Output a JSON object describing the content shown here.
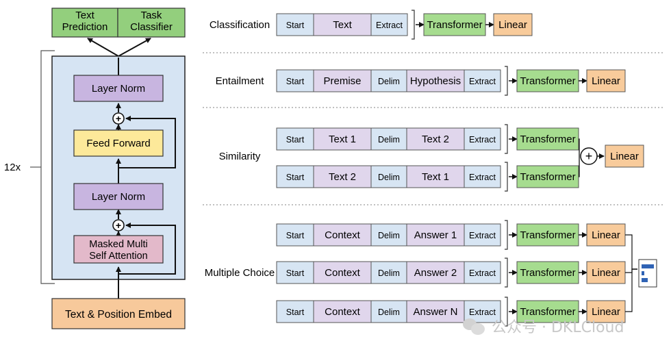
{
  "architecture": {
    "output_heads": [
      "Text\nPrediction",
      "Task\nClassifier"
    ],
    "repeat_label": "12x",
    "layers": [
      "Layer Norm",
      "Feed Forward",
      "Layer Norm",
      "Masked Multi\nSelf Attention"
    ],
    "embed_label": "Text & Position Embed",
    "add_symbol": "+"
  },
  "tasks": [
    {
      "name": "Classification",
      "rows": [
        {
          "tokens": [
            "Start",
            "Text",
            "Extract"
          ],
          "heads": [
            "Transformer",
            "Linear"
          ]
        }
      ]
    },
    {
      "name": "Entailment",
      "rows": [
        {
          "tokens": [
            "Start",
            "Premise",
            "Delim",
            "Hypothesis",
            "Extract"
          ],
          "heads": [
            "Transformer",
            "Linear"
          ]
        }
      ]
    },
    {
      "name": "Similarity",
      "combine": "+",
      "combined_head": "Linear",
      "rows": [
        {
          "tokens": [
            "Start",
            "Text 1",
            "Delim",
            "Text 2",
            "Extract"
          ],
          "heads": [
            "Transformer"
          ]
        },
        {
          "tokens": [
            "Start",
            "Text 2",
            "Delim",
            "Text 1",
            "Extract"
          ],
          "heads": [
            "Transformer"
          ]
        }
      ]
    },
    {
      "name": "Multiple Choice",
      "rows": [
        {
          "tokens": [
            "Start",
            "Context",
            "Delim",
            "Answer 1",
            "Extract"
          ],
          "heads": [
            "Transformer",
            "Linear"
          ]
        },
        {
          "tokens": [
            "Start",
            "Context",
            "Delim",
            "Answer 2",
            "Extract"
          ],
          "heads": [
            "Transformer",
            "Linear"
          ]
        },
        {
          "tokens": [
            "Start",
            "Context",
            "Delim",
            "Answer N",
            "Extract"
          ],
          "heads": [
            "Transformer",
            "Linear"
          ]
        }
      ]
    }
  ],
  "watermark": "公众号 · DKLCloud",
  "colors": {
    "head_green": "#93cf7d",
    "block_bg": "#d6e4f3",
    "layer_norm": "#c8b5e0",
    "feed_forward": "#fde99a",
    "attention": "#e3b9ca",
    "embed": "#f7c99b",
    "token_start": "#d7e5f3",
    "token_text": "#e0d6ec",
    "transformer": "#a6dc8f",
    "linear": "#f8cb9b"
  }
}
